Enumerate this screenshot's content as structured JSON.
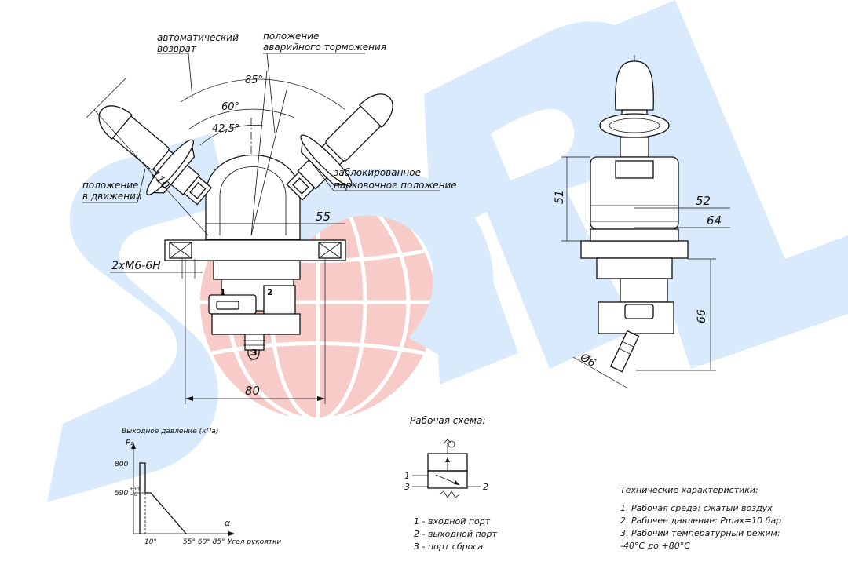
{
  "watermark": {
    "text": "SORL",
    "blue": "#2b8fe6",
    "red": "#e5342b"
  },
  "front_view": {
    "callout_auto_return": [
      "автоматический",
      "возврат"
    ],
    "callout_emergency": [
      "положение",
      "аварийного торможения"
    ],
    "callout_moving": [
      "положение",
      "в движении"
    ],
    "callout_parking": [
      "заблокированное",
      "парковочное положение"
    ],
    "angle_85": "85°",
    "angle_60": "60°",
    "angle_42": "42,5°",
    "dim_110": "110",
    "dim_55": "55",
    "dim_80": "80",
    "thread_label": "2хМ6-6Н",
    "port_1": "1",
    "port_2": "2",
    "port_3": "3"
  },
  "side_view": {
    "dim_51": "51",
    "dim_52": "52",
    "dim_64": "64",
    "dim_66": "66",
    "dim_d6": "Ø6"
  },
  "graph": {
    "ylabel": "Выходное давление (кПа)",
    "p2": "P₂",
    "y800": "800",
    "y590": "590",
    "y590_tol_up": "+30",
    "y590_tol_down": "-40",
    "alpha": "α",
    "x10": "10°",
    "x_ticks": "55° 60° 85°",
    "xlabel": "Угол рукоятки"
  },
  "scheme": {
    "title": "Рабочая схема:",
    "p1": "1",
    "p2": "2",
    "p3": "3",
    "legend": [
      "1 - входной порт",
      "2 - выходной порт",
      "3 - порт сброса"
    ]
  },
  "specs": {
    "title": "Технические характеристики:",
    "lines": [
      "1. Рабочая среда: сжатый воздух",
      "2. Рабочее давление: Pmax=10 бар",
      "3. Рабочий температурный режим:",
      "-40°С до +80°С"
    ]
  }
}
